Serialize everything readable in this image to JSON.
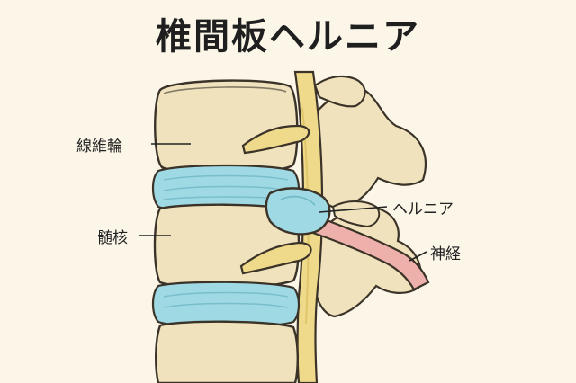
{
  "title": "椎間板ヘルニア",
  "labels": {
    "annulus": "線維輪",
    "nucleus": "髄核",
    "hernia": "ヘルニア",
    "nerve": "神経"
  },
  "colors": {
    "background": "#fbf6e8",
    "bone": "#efe2bd",
    "bone_outline": "#3b3328",
    "disc": "#9fd9e3",
    "spinal_cord": "#efd98b",
    "nerve": "#eeb0aa"
  }
}
